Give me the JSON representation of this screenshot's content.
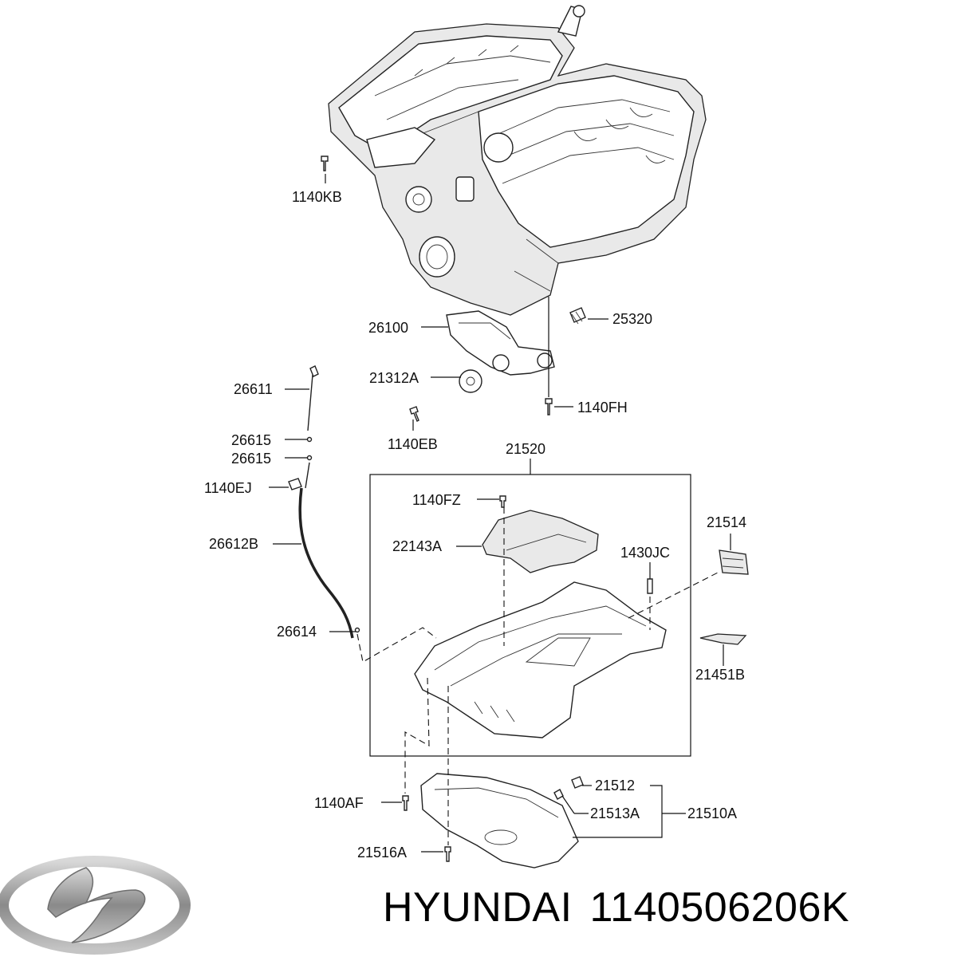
{
  "labels": {
    "l1140KB": "1140KB",
    "l25320": "25320",
    "l26100": "26100",
    "l21312A": "21312A",
    "l1140FH": "1140FH",
    "l1140EB": "1140EB",
    "l26611": "26611",
    "l26615a": "26615",
    "l26615b": "26615",
    "l1140EJ": "1140EJ",
    "l26612B": "26612B",
    "l26614": "26614",
    "l21520": "21520",
    "l1140FZ": "1140FZ",
    "l22143A": "22143A",
    "l1430JC": "1430JC",
    "l21514": "21514",
    "l21451B": "21451B",
    "l1140AF": "1140AF",
    "l21512": "21512",
    "l21513A": "21513A",
    "l21510A": "21510A",
    "l21516A": "21516A"
  },
  "caption": {
    "brand": "HYUNDAI",
    "part_number": "1140506206K"
  },
  "icons": {
    "logo": "hyundai-logo-icon"
  }
}
